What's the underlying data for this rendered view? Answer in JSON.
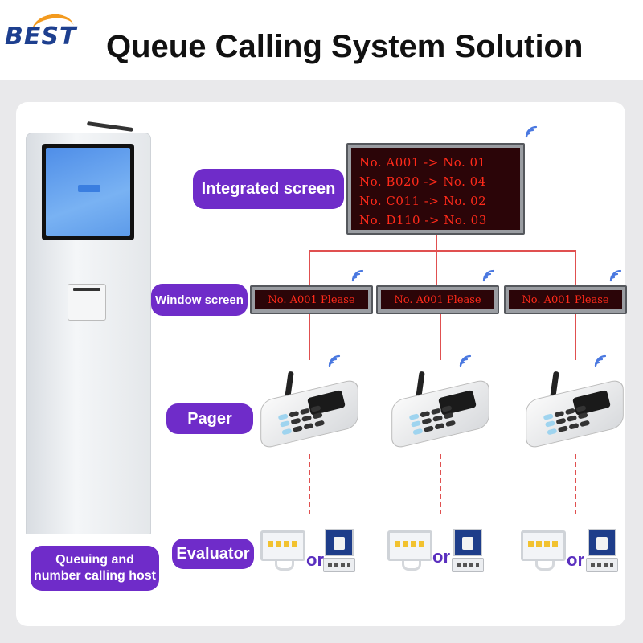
{
  "brand": {
    "logo_text": "BEST"
  },
  "title": "Queue Calling System Solution",
  "labels": {
    "integrated_screen": "Integrated screen",
    "window_screen": "Window screen",
    "pager": "Pager",
    "evaluator": "Evaluator",
    "host_line1": "Queuing and",
    "host_line2": "number calling host"
  },
  "integrated_display": {
    "rows": [
      "No. A001 -> No. 01",
      "No. B020 -> No. 04",
      "No. C011 -> No. 02",
      "No. D110 -> No. 03"
    ]
  },
  "window_displays": [
    "No. A001 Please",
    "No. A001 Please",
    "No. A001 Please"
  ],
  "evaluator_separator": "or",
  "colors": {
    "accent_purple": "#6f2cc9",
    "led_red": "#ff2a1a",
    "line_red": "#e05050",
    "logo_blue": "#1d3f8f",
    "logo_orange": "#f39a1e"
  },
  "icons": [
    "wifi-icon",
    "pager-icon",
    "monitor-icon",
    "terminal-icon",
    "kiosk-icon"
  ]
}
